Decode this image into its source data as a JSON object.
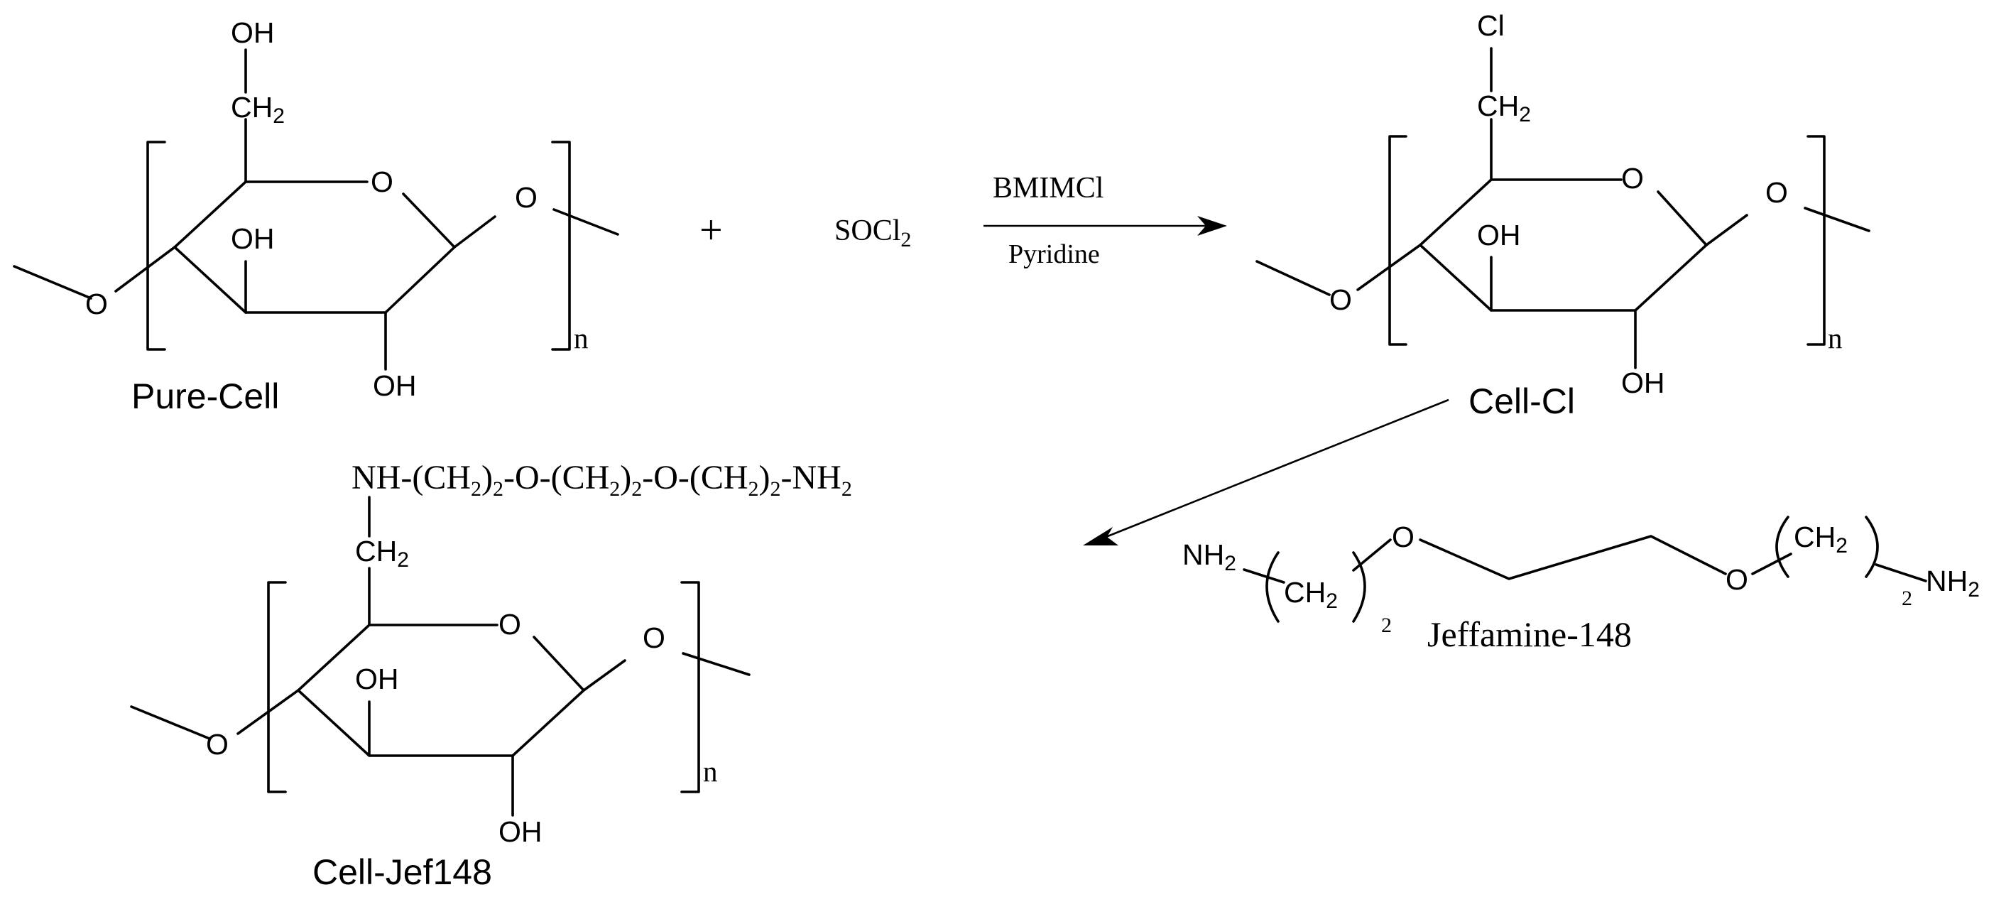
{
  "reagent": "SOCl",
  "reagent_sub": "2",
  "plus": "+",
  "condition_top": "BMIMCl",
  "condition_bottom": "Pyridine",
  "atoms": {
    "O": "O",
    "OH": "OH",
    "CH": "CH",
    "Cl": "Cl",
    "NH": "NH",
    "sub2": "2",
    "n": "n"
  },
  "compounds": {
    "pure_cell": "Pure-Cell",
    "cell_cl": "Cell-Cl",
    "cell_jef": "Cell-Jef148",
    "jeffamine": "Jeffamine-148"
  },
  "linker": {
    "p1": "NH-(CH",
    "s1": "2",
    "p2": ")",
    "s2": "2",
    "p3": "-O-(CH",
    "s3": "2",
    "p4": ")",
    "s4": "2",
    "p5": "-O-(CH",
    "s5": "2",
    "p6": ")",
    "s6": "2",
    "p7": "-NH",
    "s7": "2"
  }
}
